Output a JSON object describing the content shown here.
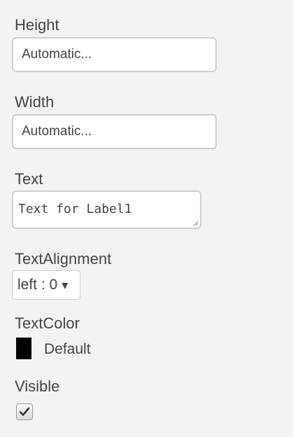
{
  "properties": {
    "height": {
      "label": "Height",
      "value": "Automatic..."
    },
    "width": {
      "label": "Width",
      "value": "Automatic..."
    },
    "text": {
      "label": "Text",
      "value": "Text for Label1"
    },
    "text_alignment": {
      "label": "TextAlignment",
      "selected": "left : 0",
      "arrow": "▾"
    },
    "text_color": {
      "label": "TextColor",
      "swatch_color": "#000000",
      "value": "Default"
    },
    "visible": {
      "label": "Visible",
      "checked": true
    }
  },
  "icons": {
    "dropdown": "chevron-down-icon",
    "checkbox": "checkmark-icon",
    "resize": "resize-grip-icon"
  }
}
